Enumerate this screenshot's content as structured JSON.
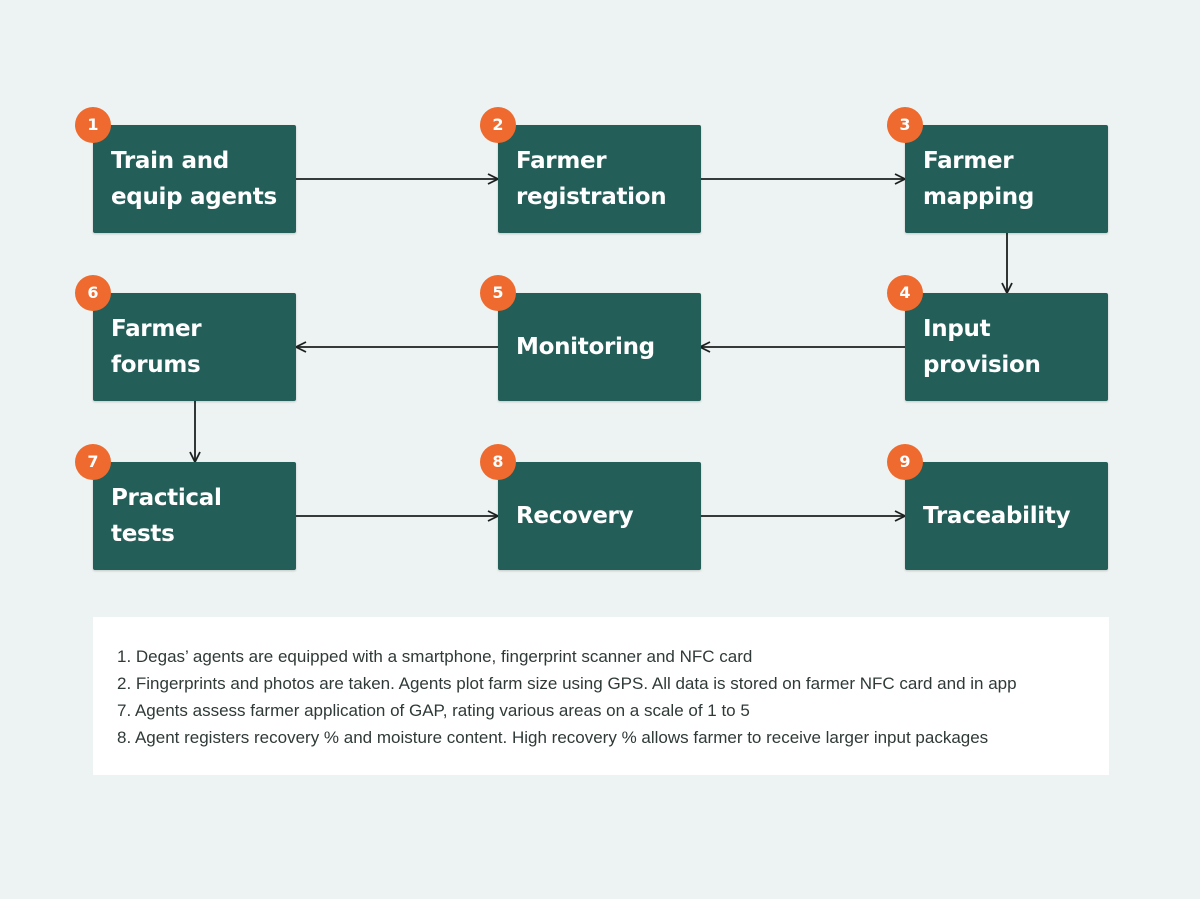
{
  "steps": [
    {
      "number": "1",
      "label": "Train and\nequip agents"
    },
    {
      "number": "2",
      "label": "Farmer\nregistration"
    },
    {
      "number": "3",
      "label": "Farmer\nmapping"
    },
    {
      "number": "4",
      "label": "Input\nprovision"
    },
    {
      "number": "5",
      "label": "Monitoring"
    },
    {
      "number": "6",
      "label": "Farmer\nforums"
    },
    {
      "number": "7",
      "label": "Practical\ntests"
    },
    {
      "number": "8",
      "label": "Recovery"
    },
    {
      "number": "9",
      "label": "Traceability"
    }
  ],
  "flow": [
    {
      "from": "1",
      "to": "2"
    },
    {
      "from": "2",
      "to": "3"
    },
    {
      "from": "3",
      "to": "4"
    },
    {
      "from": "4",
      "to": "5"
    },
    {
      "from": "5",
      "to": "6"
    },
    {
      "from": "6",
      "to": "7"
    },
    {
      "from": "7",
      "to": "8"
    },
    {
      "from": "8",
      "to": "9"
    }
  ],
  "notes": [
    "1. Degas’ agents are equipped with a smartphone, fingerprint scanner and NFC card",
    "2. Fingerprints and photos are taken. Agents plot farm size using GPS. All data is stored on farmer NFC card and in app",
    "7. Agents assess farmer application of GAP, rating various areas on a scale of 1 to 5",
    "8. Agent registers recovery % and moisture content. High recovery % allows farmer to receive larger input packages"
  ],
  "colors": {
    "background": "#edf3f2",
    "box": "#245e58",
    "badge": "#ee6a2e",
    "box_text": "#ffffff",
    "arrow": "#1c2120",
    "notes_text": "#2f3a38"
  }
}
